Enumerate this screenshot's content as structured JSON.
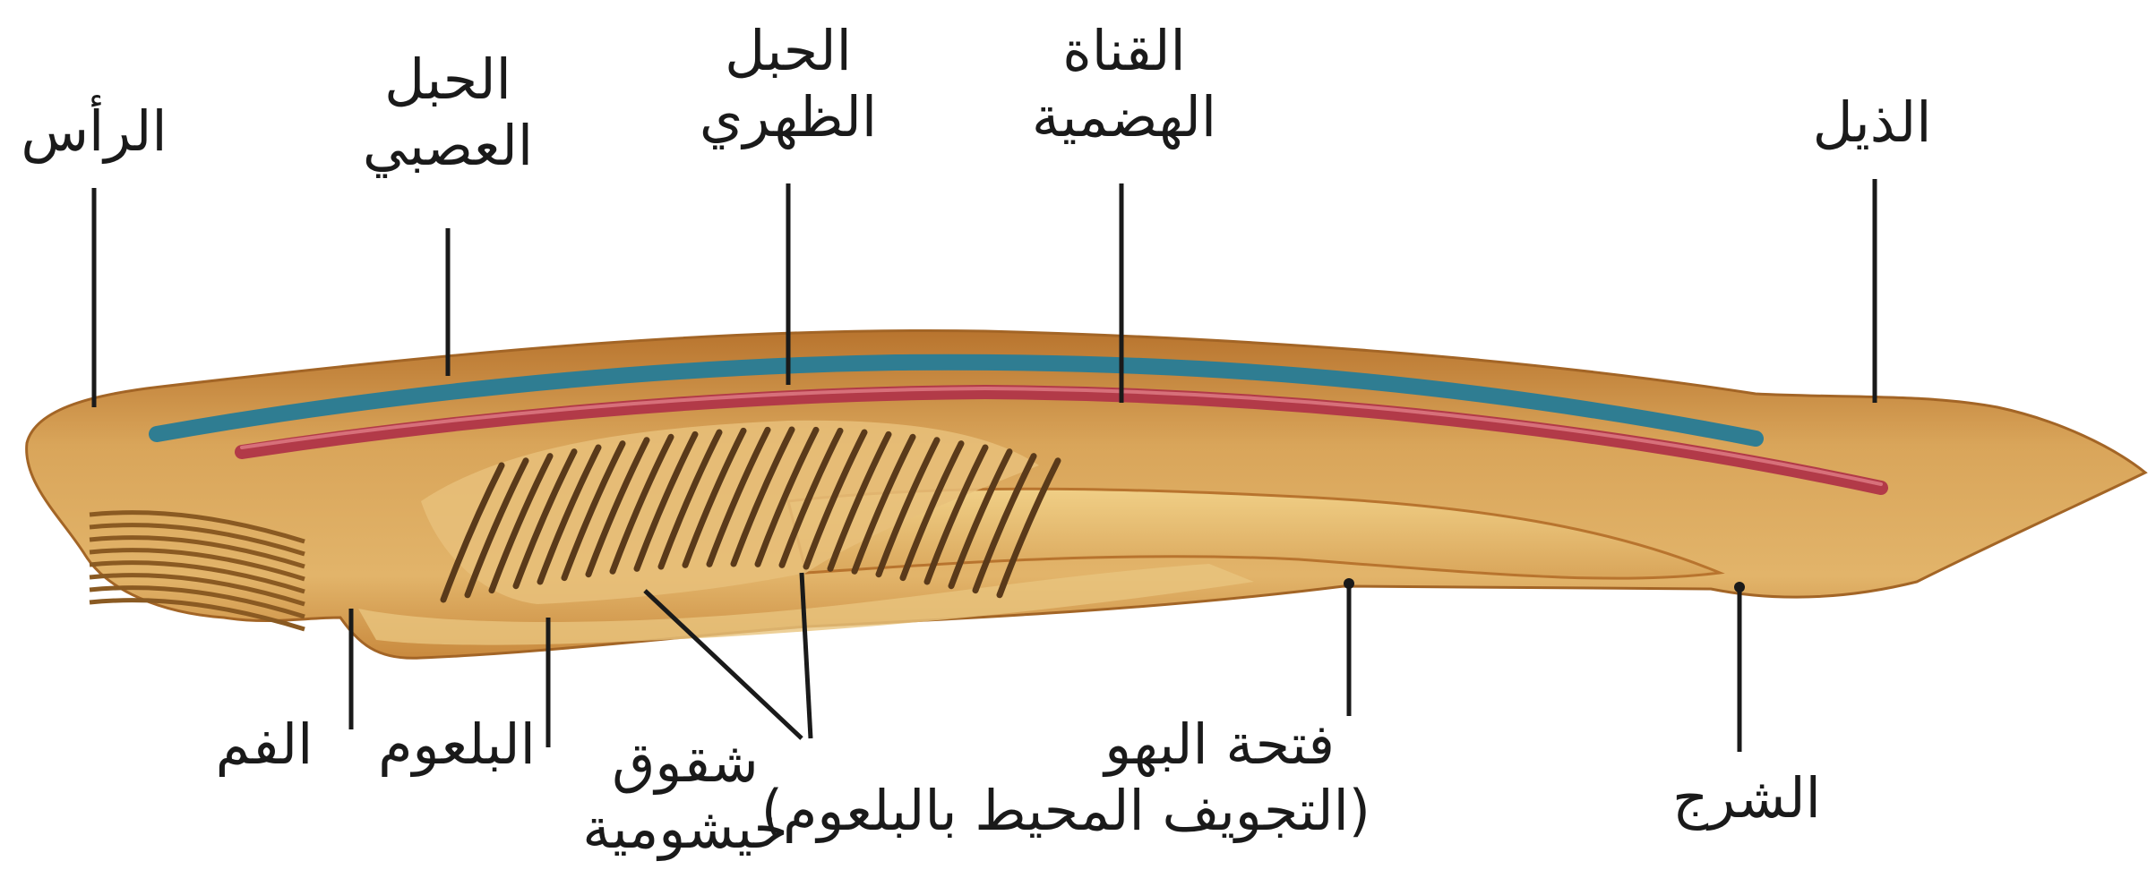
{
  "labels": {
    "head": "الرأس",
    "nerve_cord": [
      "الحبل",
      "العصبي"
    ],
    "dorsal_cord": [
      "الحبل",
      "الظهري"
    ],
    "digestive_tract": [
      "القناة",
      "الهضمية"
    ],
    "tail": "الذيل",
    "mouth": "الفم",
    "pharynx": "البلعوم",
    "gill_slits": [
      "شقوق",
      "خيشومية"
    ],
    "atriopore": [
      "فتحة البهو",
      "(التجويف المحيط بالبلعوم)"
    ],
    "anus": "الشرج"
  },
  "colors": {
    "body": "#d9a55a",
    "body_dark": "#b8742e",
    "nerve_cord": "#2f7d92",
    "notochord": "#b23a48",
    "gut": "#e8c27a",
    "gills": "#5a3a1a",
    "leader_line": "#1a1a1a"
  }
}
